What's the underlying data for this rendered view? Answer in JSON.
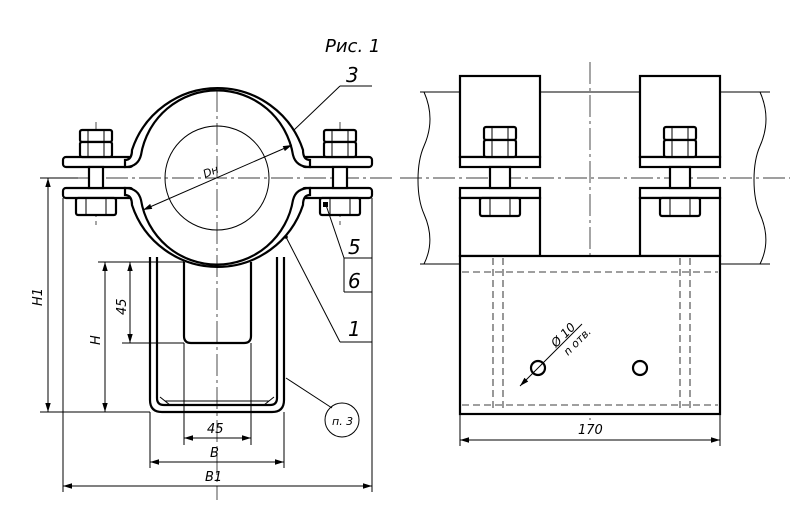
{
  "title": "Рис. 1",
  "labels": {
    "callout_3": "3",
    "callout_5": "5",
    "callout_6": "6",
    "callout_1": "1",
    "note": "п. 3",
    "dn": "Dн",
    "h1": "H1",
    "h": "H",
    "dim_45_vertical": "45",
    "dim_45_horizontal": "45",
    "b": "B",
    "b1": "B1",
    "hole_diameter": "Ø 10",
    "hole_count": "n отв.",
    "width_170": "170"
  }
}
